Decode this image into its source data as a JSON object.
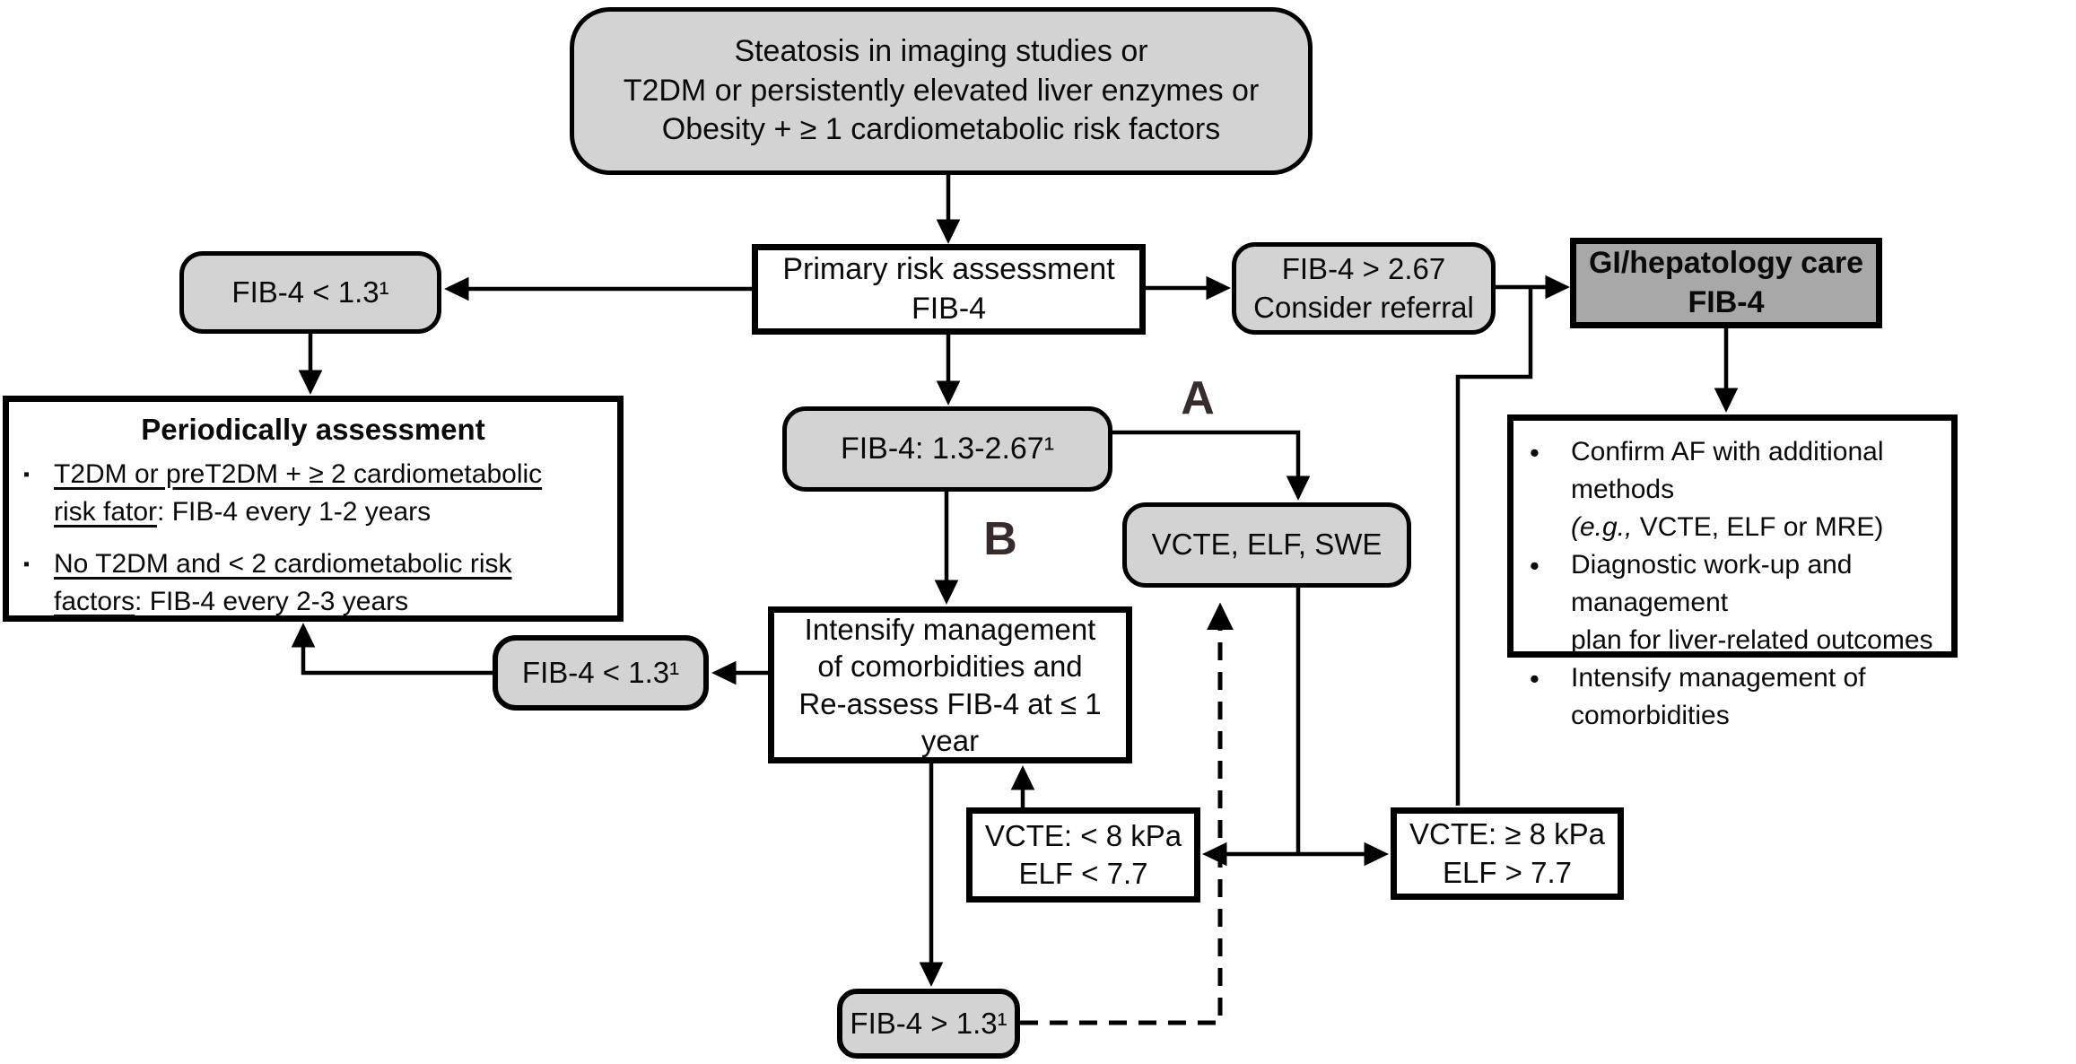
{
  "palette": {
    "background": "#ffffff",
    "node_gray": "#d3d3d3",
    "node_dark_gray": "#a8a8a8",
    "node_white": "#ffffff",
    "border_black": "#000000",
    "text_black": "#0a0a0a",
    "path_label_color": "#382b2b"
  },
  "nodes": {
    "entry": {
      "text": "Steatosis in imaging studies or\nT2DM or persistently elevated liver enzymes or\nObesity + ≥ 1 cardiometabolic risk factors"
    },
    "primary": {
      "text": "Primary risk assessment\nFIB-4"
    },
    "fib4_low_top": {
      "text": "FIB-4 < 1.3¹"
    },
    "fib4_high": {
      "text": "FIB-4 > 2.67\nConsider referral"
    },
    "gi_care": {
      "text": "GI/hepatology care\nFIB-4"
    },
    "periodically": {
      "title": "Periodically assessment",
      "marker": "▪",
      "bullets": [
        {
          "underlined": "T2DM or preT2DM + ≥ 2 cardiometabolic\nrisk fator",
          "rest": ": FIB-4 every 1-2 years"
        },
        {
          "underlined": "No T2DM and < 2 cardiometabolic risk\nfactors",
          "rest": ": FIB-4 every 2-3 years"
        }
      ]
    },
    "fib4_mid": {
      "text": "FIB-4: 1.3-2.67¹"
    },
    "path_label_a": "A",
    "path_label_b": "B",
    "vcte_tests": {
      "text": "VCTE, ELF, SWE"
    },
    "intensify": {
      "text": "Intensify management\nof comorbidities and\nRe-assess FIB-4 at ≤ 1\nyear"
    },
    "fib4_low_2": {
      "text": "FIB-4 < 1.3¹"
    },
    "gi_actions": {
      "marker": "•",
      "items": [
        {
          "pre": "Confirm AF with additional methods\n",
          "em": "(e.g.,",
          "post": " VCTE, ELF or MRE)"
        },
        {
          "pre": "Diagnostic work-up and management\nplan for liver-related outcomes",
          "em": "",
          "post": ""
        },
        {
          "pre": "Intensify management of\ncomorbidities",
          "em": "",
          "post": ""
        }
      ]
    },
    "vcte_lt8": {
      "text": "VCTE: < 8 kPa\nELF < 7.7"
    },
    "vcte_ge8": {
      "text": "VCTE: ≥ 8 kPa\nELF > 7.7"
    },
    "fib4_gt13": {
      "text": "FIB-4 > 1.3¹"
    }
  }
}
